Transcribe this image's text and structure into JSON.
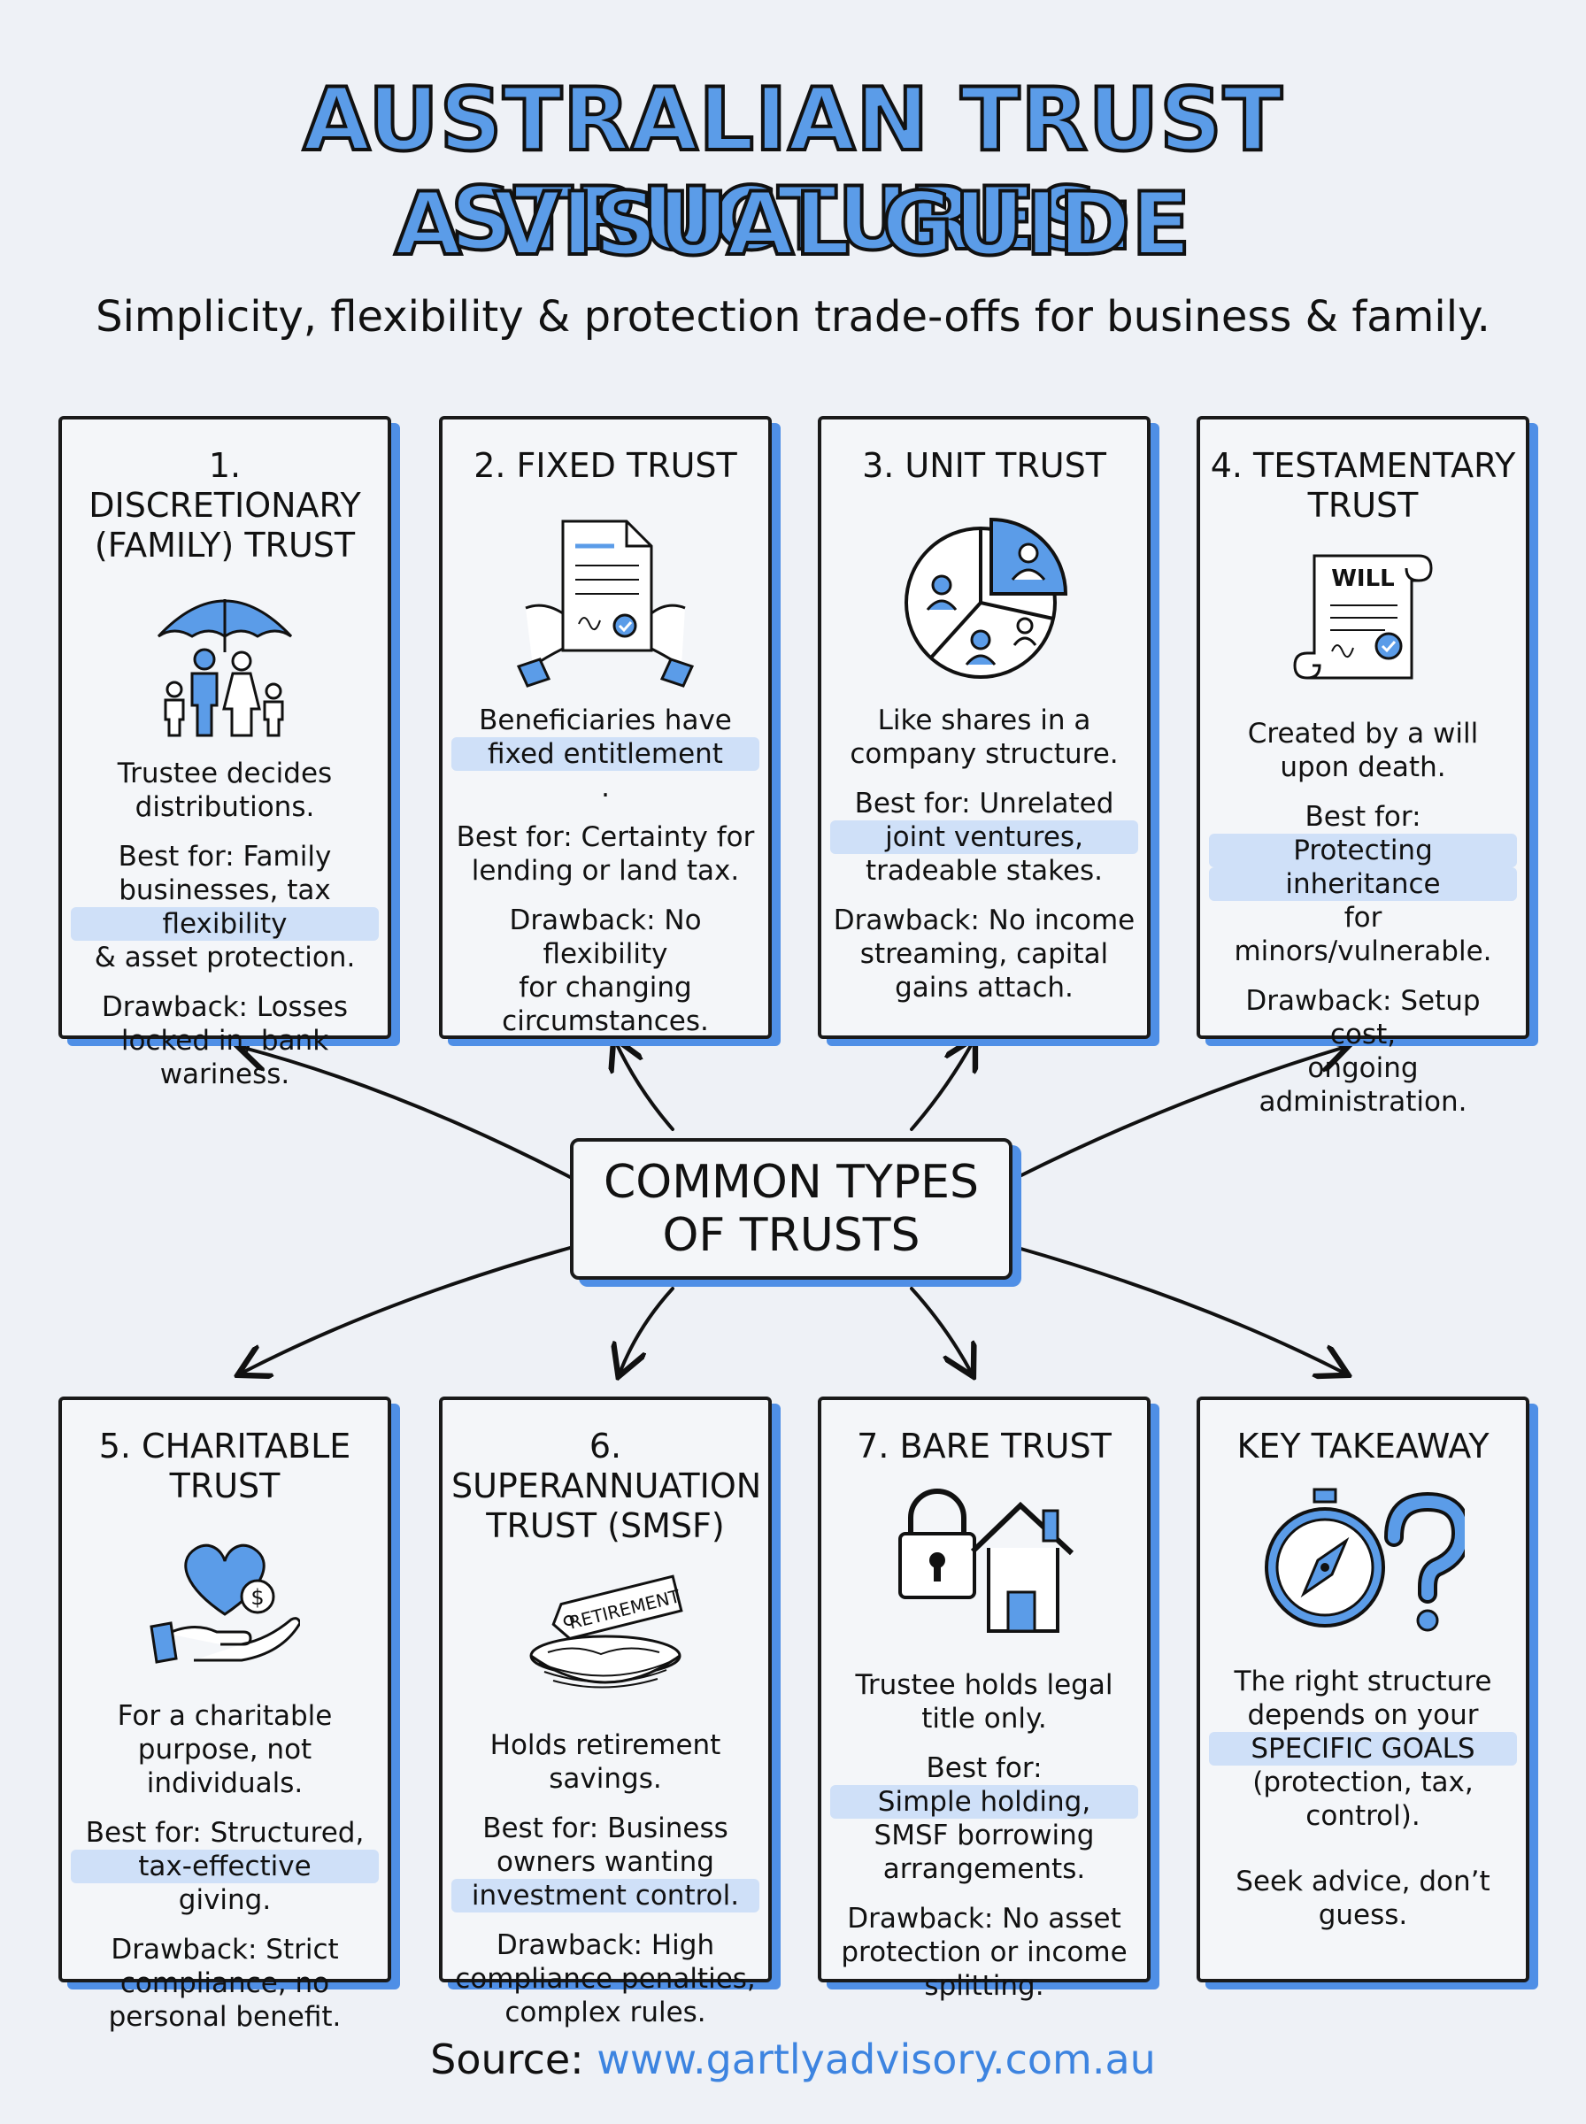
{
  "title": {
    "line1": "AUSTRALIAN TRUST STRUCTURES:",
    "line2": "A VISUAL GUIDE"
  },
  "subtitle": "Simplicity, flexibility & protection trade-offs for business & family.",
  "center": {
    "line1": "COMMON TYPES",
    "line2": "OF TRUSTS"
  },
  "cards": [
    {
      "title": [
        "1. DISCRETIONARY",
        "(FAMILY) TRUST"
      ],
      "icon": "umbrella-family-icon",
      "desc": [
        "Trustee decides",
        "distributions."
      ],
      "best": {
        "l1": "Best for: Family",
        "l2a": "businesses, tax ",
        "l2h": "flexibility",
        "l3": "& asset protection."
      },
      "drawback": [
        "Drawback: Losses",
        "locked in, bank wariness."
      ]
    },
    {
      "title": [
        "2. FIXED TRUST"
      ],
      "icon": "contract-hands-icon",
      "desc": {
        "l1": "Beneficiaries have",
        "l2h": "fixed entitlement",
        "l2b": "."
      },
      "best": [
        "Best for: Certainty for",
        "lending or land tax."
      ],
      "drawback": [
        "Drawback: No flexibility",
        "for changing",
        "circumstances."
      ]
    },
    {
      "title": [
        "3. UNIT TRUST"
      ],
      "icon": "pie-chart-people-icon",
      "desc": [
        "Like shares in a",
        "company structure."
      ],
      "best": {
        "l1": "Best for: Unrelated",
        "l2h": "joint ventures,",
        "l3": "tradeable stakes."
      },
      "drawback": [
        "Drawback: No income",
        "streaming, capital",
        "gains attach."
      ]
    },
    {
      "title": [
        "4. TESTAMENTARY",
        "TRUST"
      ],
      "icon": "will-scroll-icon",
      "icon_label": "WILL",
      "desc": [
        "Created by a will",
        "upon death."
      ],
      "best": {
        "l1a": "Best for: ",
        "l1h": "Protecting",
        "l2h": "inheritance",
        "l2b": " for",
        "l3": "minors/vulnerable."
      },
      "drawback": [
        "Drawback: Setup cost,",
        "ongoing administration."
      ]
    },
    {
      "title": [
        "5. CHARITABLE",
        "TRUST"
      ],
      "icon": "heart-hand-icon",
      "desc": [
        "For a charitable",
        "purpose, not individuals."
      ],
      "best": {
        "l1": "Best for: Structured,",
        "l2h": "tax-effective",
        "l2b": " giving."
      },
      "drawback": [
        "Drawback: Strict",
        "compliance, no",
        "personal benefit."
      ]
    },
    {
      "title": [
        "6. SUPERANNUATION",
        "TRUST (SMSF)"
      ],
      "icon": "retirement-nest-icon",
      "icon_label": "RETIREMENT",
      "desc": [
        "Holds retirement",
        "savings."
      ],
      "best": {
        "l1": "Best for: Business",
        "l2": "owners wanting",
        "l3h": "investment control."
      },
      "drawback": [
        "Drawback: High",
        "compliance penalties,",
        "complex rules."
      ]
    },
    {
      "title": [
        "7. BARE TRUST"
      ],
      "icon": "lock-house-icon",
      "desc": [
        "Trustee holds legal",
        "title only."
      ],
      "best": {
        "l1a": "Best for: ",
        "l1h": "Simple holding,",
        "l2": "SMSF borrowing",
        "l3": "arrangements."
      },
      "drawback": [
        "Drawback: No asset",
        "protection or income",
        "splitting."
      ]
    },
    {
      "title": [
        "KEY TAKEAWAY"
      ],
      "icon": "compass-question-icon",
      "body": {
        "l1": "The right structure",
        "l2": "depends on your",
        "l3h": "SPECIFIC GOALS",
        "l4": "(protection, tax,",
        "l5": "control)."
      },
      "advice": [
        "Seek advice, don’t",
        "guess."
      ]
    }
  ],
  "source": {
    "label": "Source: ",
    "url": "www.gartlyadvisory.com.au"
  },
  "colors": {
    "accent": "#5b9ce8",
    "highlight": "#cfe0f8",
    "ink": "#1a1a1a",
    "background": "#eef1f6"
  }
}
